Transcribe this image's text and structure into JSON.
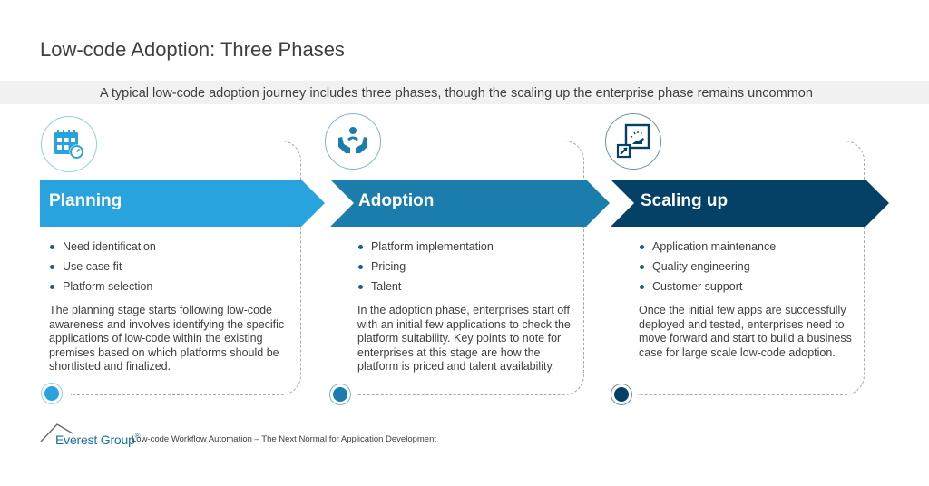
{
  "header": {
    "title": "Low-code Adoption: Three Phases",
    "subtitle": "A typical low-code adoption journey includes three phases, though the scaling up the enterprise phase remains uncommon"
  },
  "colors": {
    "planning": "#29a3dd",
    "adoption": "#1b7dab",
    "scaling": "#054166",
    "bullet": "#1d5a85",
    "text": "#404040",
    "band": "#f1f1f1"
  },
  "phases": [
    {
      "label": "Planning",
      "icon": "calendar-clock-icon",
      "bullets": [
        "Need identification",
        "Use case fit",
        "Platform selection"
      ],
      "description": "The planning stage starts following low-code awareness and involves identifying the specific applications of low-code within the existing premises based on which platforms should be shortlisted and finalized."
    },
    {
      "label": "Adoption",
      "icon": "hands-person-icon",
      "bullets": [
        "Platform implementation",
        "Pricing",
        "Talent"
      ],
      "description": "In the adoption phase, enterprises start off with an initial few applications to check the platform suitability. Key points to note for enterprises at this stage are how the platform is priced and talent availability."
    },
    {
      "label": "Scaling up",
      "icon": "scale-gauge-icon",
      "bullets": [
        "Application maintenance",
        "Quality engineering",
        "Customer support"
      ],
      "description": "Once the initial few apps are successfully deployed and tested, enterprises need to move forward and start to build a business case for large scale low-code adoption."
    }
  ],
  "footer": {
    "brand": "Everest Group",
    "registered": "®",
    "text": "Low-code Workflow Automation – The Next Normal for Application Development"
  }
}
